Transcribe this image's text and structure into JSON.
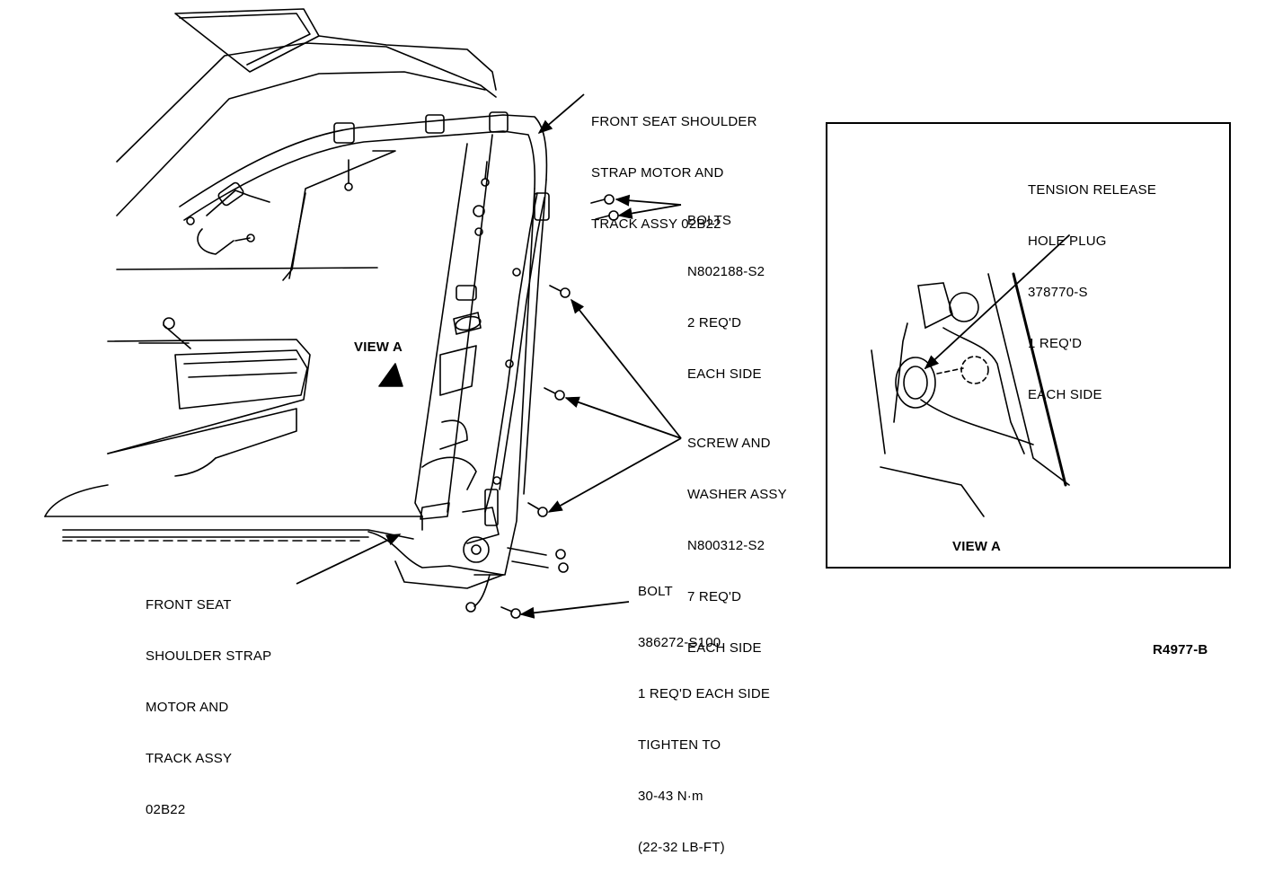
{
  "labels": {
    "motor_track_top": [
      "FRONT SEAT SHOULDER",
      "STRAP MOTOR AND",
      "TRACK ASSY 02B22"
    ],
    "bolts": [
      "BOLTS",
      "N802188-S2",
      "2 REQ'D",
      "EACH SIDE"
    ],
    "screw_washer": [
      "SCREW AND",
      "WASHER ASSY",
      "N800312-S2",
      "7 REQ'D",
      "EACH SIDE"
    ],
    "bolt_lower": [
      "BOLT",
      "386272-S100",
      "1 REQ'D EACH SIDE",
      "TIGHTEN TO",
      "30-43 N·m",
      "(22-32 LB-FT)"
    ],
    "motor_track_bottom": [
      "FRONT SEAT",
      "SHOULDER STRAP",
      "MOTOR AND",
      "TRACK ASSY",
      "02B22"
    ],
    "view_a_main": "VIEW A",
    "tension_plug": [
      "TENSION RELEASE",
      "HOLE PLUG",
      "378770-S",
      "1 REQ'D",
      "EACH SIDE"
    ],
    "view_a_inset": "VIEW A",
    "figure_code": "R4977-B"
  }
}
